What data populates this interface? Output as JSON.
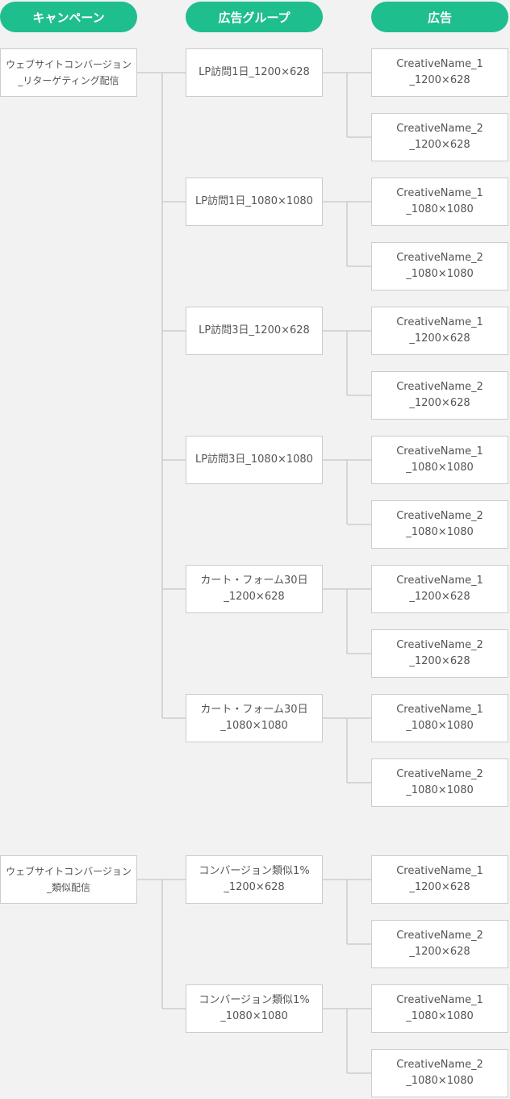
{
  "headers": {
    "campaign": "キャンペーン",
    "adgroup": "広告グループ",
    "ad": "広告"
  },
  "colors": {
    "header_bg": "#1fbe8f",
    "header_text": "#ffffff",
    "box_border": "#cccccc",
    "connector": "#cccccc",
    "background": "#f2f2f2",
    "text": "#555555"
  },
  "campaigns": [
    {
      "lines": [
        "ウェブサイトコンバージョン",
        "_リターゲティング配信"
      ],
      "adgroups": [
        {
          "lines": [
            "LP訪問1日_1200×628"
          ],
          "ads": [
            {
              "lines": [
                "CreativeName_1",
                "_1200×628"
              ]
            },
            {
              "lines": [
                "CreativeName_2",
                "_1200×628"
              ]
            }
          ]
        },
        {
          "lines": [
            "LP訪問1日_1080×1080"
          ],
          "ads": [
            {
              "lines": [
                "CreativeName_1",
                "_1080×1080"
              ]
            },
            {
              "lines": [
                "CreativeName_2",
                "_1080×1080"
              ]
            }
          ]
        },
        {
          "lines": [
            "LP訪問3日_1200×628"
          ],
          "ads": [
            {
              "lines": [
                "CreativeName_1",
                "_1200×628"
              ]
            },
            {
              "lines": [
                "CreativeName_2",
                "_1200×628"
              ]
            }
          ]
        },
        {
          "lines": [
            "LP訪問3日_1080×1080"
          ],
          "ads": [
            {
              "lines": [
                "CreativeName_1",
                "_1080×1080"
              ]
            },
            {
              "lines": [
                "CreativeName_2",
                "_1080×1080"
              ]
            }
          ]
        },
        {
          "lines": [
            "カート・フォーム30日",
            "_1200×628"
          ],
          "ads": [
            {
              "lines": [
                "CreativeName_1",
                "_1200×628"
              ]
            },
            {
              "lines": [
                "CreativeName_2",
                "_1200×628"
              ]
            }
          ]
        },
        {
          "lines": [
            "カート・フォーム30日",
            "_1080×1080"
          ],
          "ads": [
            {
              "lines": [
                "CreativeName_1",
                "_1080×1080"
              ]
            },
            {
              "lines": [
                "CreativeName_2",
                "_1080×1080"
              ]
            }
          ]
        }
      ]
    },
    {
      "lines": [
        "ウェブサイトコンバージョン",
        "_類似配信"
      ],
      "adgroups": [
        {
          "lines": [
            "コンバージョン類似1%",
            "_1200×628"
          ],
          "ads": [
            {
              "lines": [
                "CreativeName_1",
                "_1200×628"
              ]
            },
            {
              "lines": [
                "CreativeName_2",
                "_1200×628"
              ]
            }
          ]
        },
        {
          "lines": [
            "コンバージョン類似1%",
            "_1080×1080"
          ],
          "ads": [
            {
              "lines": [
                "CreativeName_1",
                "_1080×1080"
              ]
            },
            {
              "lines": [
                "CreativeName_2",
                "_1080×1080"
              ]
            }
          ]
        }
      ]
    }
  ]
}
